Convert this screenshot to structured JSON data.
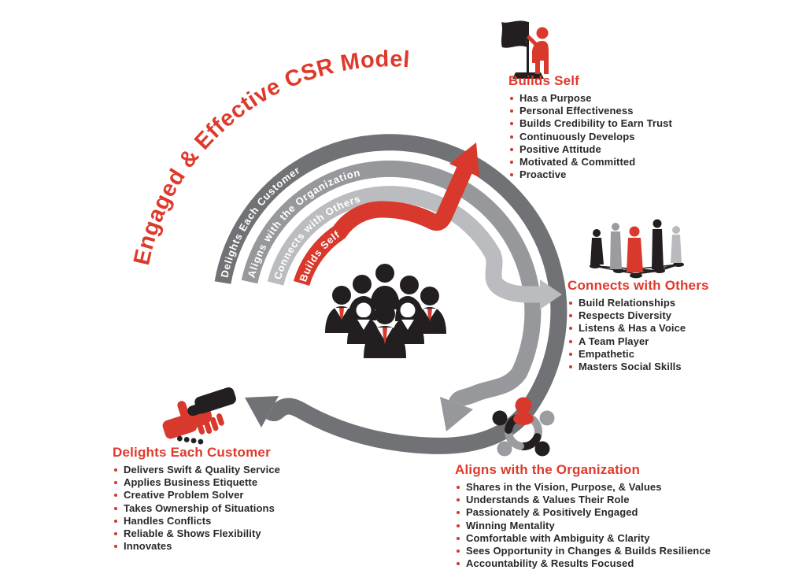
{
  "title": "Engaged & Effective CSR Model",
  "rings": [
    {
      "label": "Delights Each Customer",
      "color": "#717275"
    },
    {
      "label": "Aligns with the Organization",
      "color": "#97989b"
    },
    {
      "label": "Connects with Others",
      "color": "#bbbcbf"
    },
    {
      "label": "Builds Self",
      "color": "#d9382c"
    }
  ],
  "sections": [
    {
      "id": "builds-self",
      "heading": "Builds Self",
      "icon": "flag-person-icon",
      "items": [
        "Has a Purpose",
        "Personal Effectiveness",
        "Builds Credibility to Earn Trust",
        "Continuously Develops",
        "Positive Attitude",
        "Motivated & Committed",
        "Proactive"
      ]
    },
    {
      "id": "connects-with-others",
      "heading": "Connects with Others",
      "icon": "network-people-icon",
      "items": [
        "Build Relationships",
        "Respects Diversity",
        "Listens & Has a Voice",
        "A Team Player",
        "Empathetic",
        "Masters Social Skills"
      ]
    },
    {
      "id": "aligns-with-the-organization",
      "heading": "Aligns with the Organization",
      "icon": "team-circle-icon",
      "items": [
        "Shares in the Vision, Purpose, & Values",
        "Understands & Values Their Role",
        "Passionately & Positively Engaged",
        "Winning Mentality",
        "Comfortable with Ambiguity & Clarity",
        "Sees Opportunity in Changes & Builds Resilience",
        "Accountability & Results Focused"
      ]
    },
    {
      "id": "delights-each-customer",
      "heading": "Delights Each Customer",
      "icon": "handshake-icon",
      "items": [
        "Delivers Swift & Quality Service",
        "Applies Business Etiquette",
        "Creative Problem Solver",
        "Takes Ownership of Situations",
        "Handles Conflicts",
        "Reliable & Shows Flexibility",
        "Innovates"
      ]
    }
  ],
  "icons": {
    "flag-person-icon": "person holding a flag",
    "network-people-icon": "five people standing on a network web",
    "team-circle-icon": "team huddle seen from above",
    "handshake-icon": "red and black hands shaking",
    "team-crowd-icon": "group of business people with red ties"
  },
  "colors": {
    "accent": "#df392c",
    "text": "#2b2727",
    "bullet": "#cf392d",
    "black": "#231f20",
    "ring_dark": "#717275",
    "ring_medium": "#97989b",
    "ring_light": "#bbbcbf",
    "ring_red": "#d9382c",
    "background": "#ffffff"
  }
}
